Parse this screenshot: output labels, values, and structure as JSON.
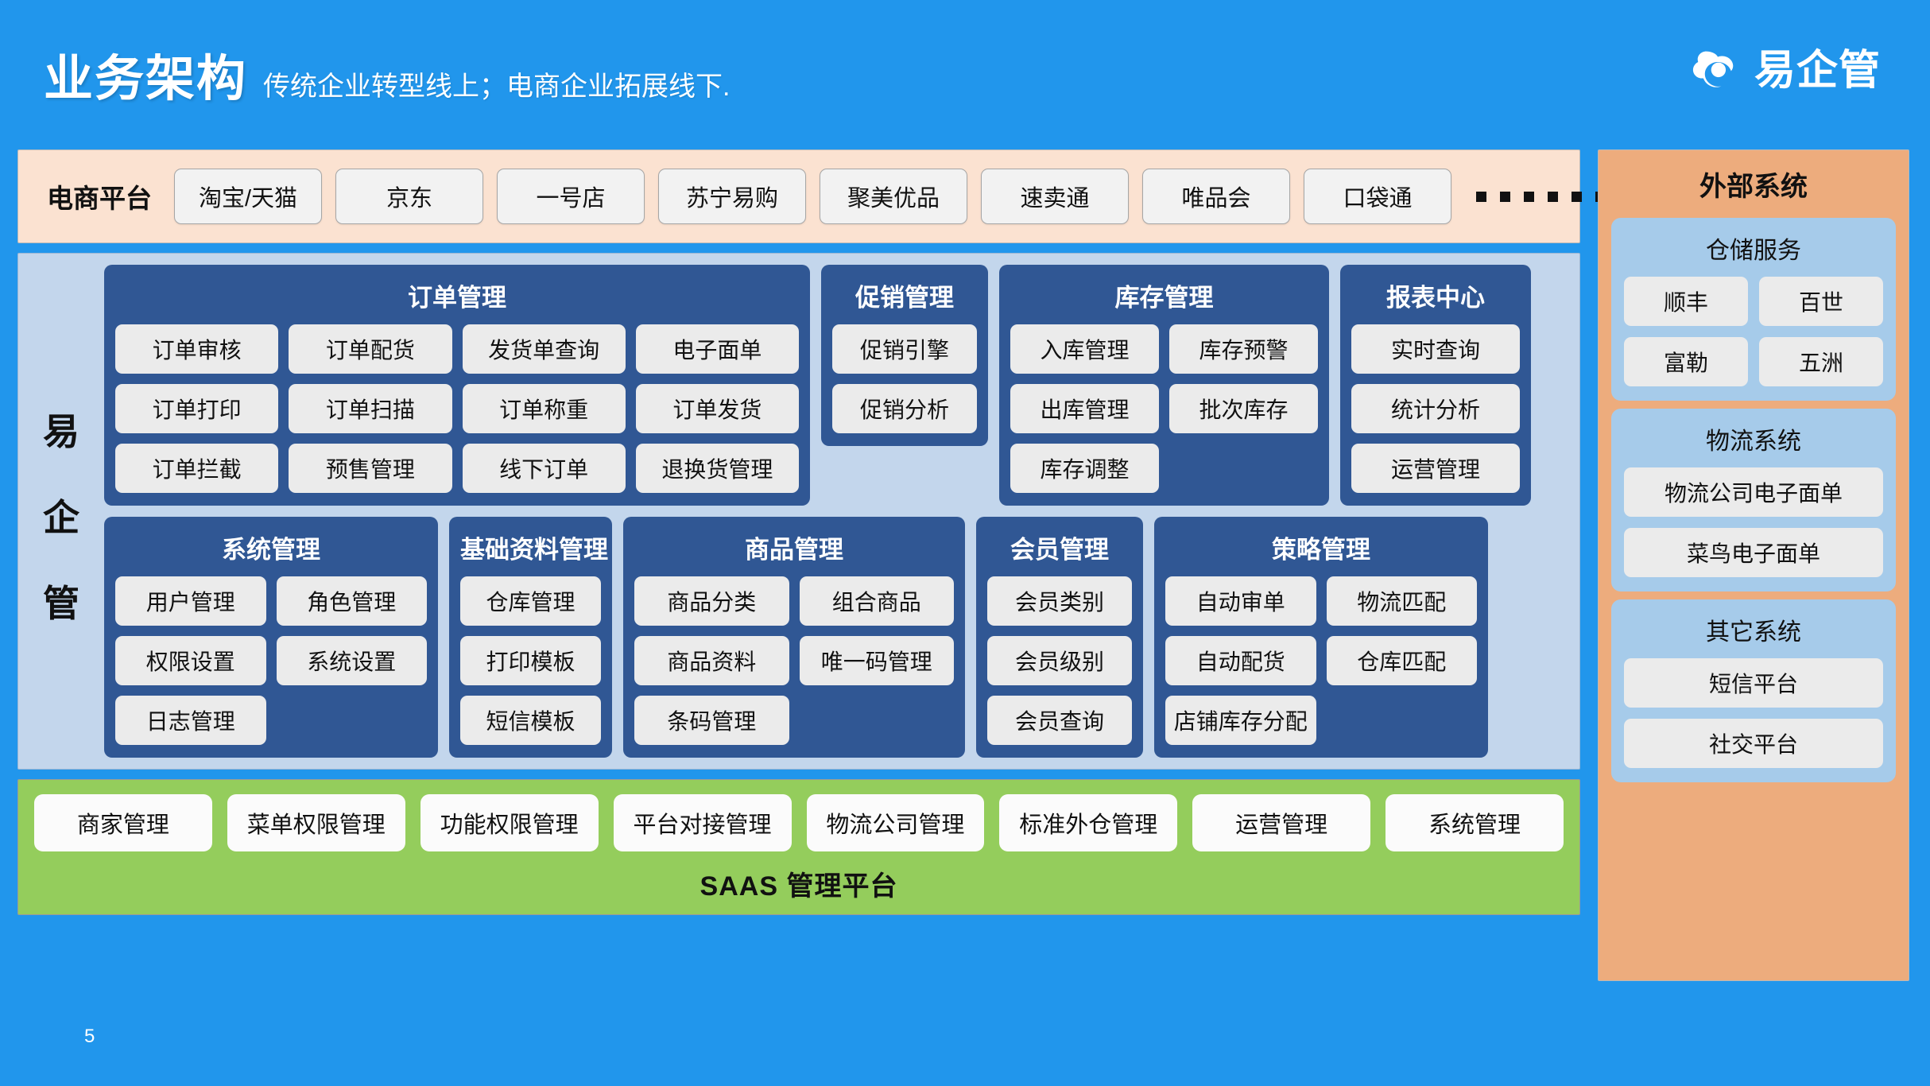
{
  "header": {
    "title": "业务架构",
    "subtitle": "传统企业转型线上；电商企业拓展线下.",
    "brand_name": "易企管",
    "brand_icon": "cloud-circle-logo",
    "bg_color": "#2196ec"
  },
  "ecommerce": {
    "label": "电商平台",
    "platforms": [
      "淘宝/天猫",
      "京东",
      "一号店",
      "苏宁易购",
      "聚美优品",
      "速卖通",
      "唯品会",
      "口袋通"
    ],
    "ellipsis_dots": 6,
    "bg_color": "#fbe2d1"
  },
  "core": {
    "side_label": [
      "易",
      "企",
      "管"
    ],
    "bg_color": "#c3d6ec",
    "module_color": "#305794",
    "row1": [
      {
        "title": "订单管理",
        "columns": 4,
        "items": [
          "订单审核",
          "订单配货",
          "发货单查询",
          "电子面单",
          "订单打印",
          "订单扫描",
          "订单称重",
          "订单发货",
          "订单拦截",
          "预售管理",
          "线下订单",
          "退换货管理"
        ]
      },
      {
        "title": "促销管理",
        "columns": 1,
        "items": [
          "促销引擎",
          "促销分析"
        ]
      },
      {
        "title": "库存管理",
        "columns": 2,
        "items": [
          "入库管理",
          "库存预警",
          "出库管理",
          "批次库存",
          "库存调整"
        ]
      },
      {
        "title": "报表中心",
        "columns": 1,
        "items": [
          "实时查询",
          "统计分析",
          "运营管理"
        ]
      }
    ],
    "row2": [
      {
        "title": "系统管理",
        "columns": 2,
        "items": [
          "用户管理",
          "角色管理",
          "权限设置",
          "系统设置",
          "日志管理"
        ]
      },
      {
        "title": "基础资料管理",
        "columns": 1,
        "items": [
          "仓库管理",
          "打印模板",
          "短信模板"
        ]
      },
      {
        "title": "商品管理",
        "columns": 2,
        "items": [
          "商品分类",
          "组合商品",
          "商品资料",
          "唯一码管理",
          "条码管理"
        ]
      },
      {
        "title": "会员管理",
        "columns": 1,
        "items": [
          "会员类别",
          "会员级别",
          "会员查询"
        ]
      },
      {
        "title": "策略管理",
        "columns": 2,
        "items": [
          "自动审单",
          "物流匹配",
          "自动配货",
          "仓库匹配",
          "店铺库存分配"
        ]
      }
    ]
  },
  "saas": {
    "title": "SAAS 管理平台",
    "bg_color": "#94cd5c",
    "items": [
      "商家管理",
      "菜单权限管理",
      "功能权限管理",
      "平台对接管理",
      "物流公司管理",
      "标准外仓管理",
      "运营管理",
      "系统管理"
    ]
  },
  "external": {
    "title": "外部系统",
    "bg_color": "#edac7d",
    "group_color": "#a6cbea",
    "groups": [
      {
        "title": "仓储服务",
        "columns": 2,
        "items": [
          "顺丰",
          "百世",
          "富勒",
          "五洲"
        ]
      },
      {
        "title": "物流系统",
        "columns": 1,
        "items": [
          "物流公司电子面单",
          "菜鸟电子面单"
        ]
      },
      {
        "title": "其它系统",
        "columns": 1,
        "items": [
          "短信平台",
          "社交平台"
        ]
      }
    ]
  },
  "footer": {
    "page_number": "5"
  }
}
